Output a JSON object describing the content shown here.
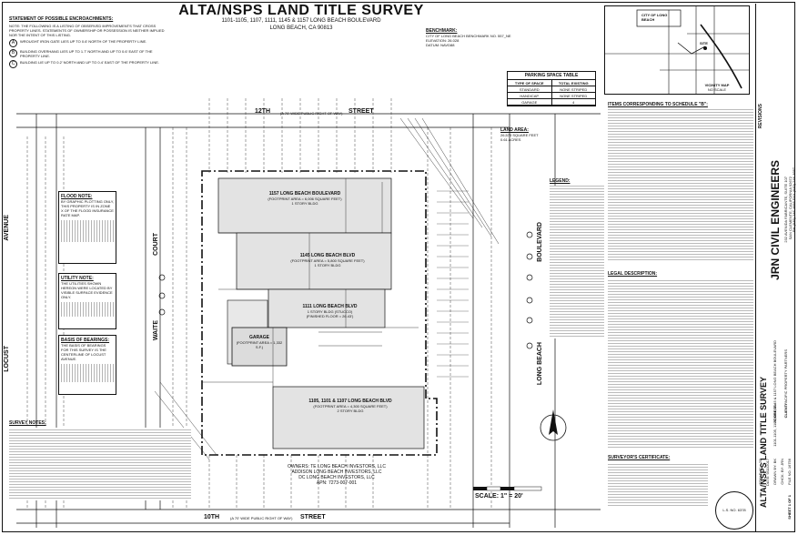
{
  "header": {
    "title": "ALTA/NSPS LAND TITLE SURVEY",
    "address": "1101-1105, 1107, 1111, 1145 & 1157 LONG BEACH BOULEVARD",
    "city": "LONG BEACH, CA 90813"
  },
  "encroachments": {
    "heading": "STATEMENT OF POSSIBLE ENCROACHMENTS:",
    "note": "NOTE: THE FOLLOWING IS A LISTING OF OBSERVED IMPROVEMENTS THAT CROSS PROPERTY LINES. STATEMENTS OF OWNERSHIP OR POSSESSION IS NEITHER IMPLIED NOR THE INTENT OF THIS LISTING.",
    "items": [
      {
        "letter": "A",
        "text": "WROUGHT IRON GATE LIES UP TO 0.6' NORTH OF THE PROPERTY LINE."
      },
      {
        "letter": "B",
        "text": "BUILDING OVERHANG LIES UP TO 1.7' NORTH AND UP TO 0.6' EAST OF THE PROPERTY LINE."
      },
      {
        "letter": "C",
        "text": "BUILDING LIE UP TO 0.2' NORTH AND UP TO 0.4' EAST OF THE PROPERTY LINE."
      }
    ]
  },
  "benchmark": {
    "heading": "BENCHMARK:",
    "line1": "CITY OF LONG BEACH BENCHMARK NO. 557_NE",
    "line2": "ELEVATION: 26.028",
    "line3": "DATUM: NAVD88"
  },
  "parking": {
    "title": "PARKING SPACE TABLE",
    "headers": [
      "TYPE OF SPACE",
      "TOTAL EXISTING"
    ],
    "rows": [
      [
        "STANDARD",
        "NONE STRIPED"
      ],
      [
        "HANDICAP",
        "NONE STRIPED"
      ],
      [
        "GARAGE",
        "4"
      ]
    ]
  },
  "vicinity": {
    "city": "CITY OF LONG BEACH",
    "label": "VICINITY MAP",
    "scale": "NO SCALE",
    "site": "SITE"
  },
  "streets": {
    "top": "12TH",
    "top2": "STREET",
    "top_row": "(A 70' WIDE PUBLIC RIGHT OF WAY)",
    "bottom": "10TH",
    "bottom2": "STREET",
    "bottom_row": "(A 70' WIDE PUBLIC RIGHT OF WAY)",
    "left": "LOCUST",
    "left2": "AVENUE",
    "waite": "WAITE",
    "court": "COURT",
    "lb1": "LONG BEACH",
    "lb2": "BOULEVARD"
  },
  "parcels": [
    {
      "address": "1157 LONG BEACH BOULEVARD",
      "note": "(FOOTPRINT AREA = 6,006 SQUARE FEET)",
      "stories": "1 STORY BLDG"
    },
    {
      "address": "1145 LONG BEACH BLVD",
      "note": "(FOOTPRINT AREA = 5,800 SQUARE FEET)",
      "stories": "1 STORY BLDG"
    },
    {
      "address": "1111 LONG BEACH BLVD",
      "note": "1 STORY BLDG (STUCCO)",
      "stories": "(FINISHED FLOOR = 26.43')"
    },
    {
      "address": "1105, 1101 & 1107 LONG BEACH BLVD",
      "note": "(FOOTPRINT AREA = 4,300 SQUARE FEET)",
      "stories": "2 STORY BLDG"
    }
  ],
  "garage": {
    "label": "GARAGE",
    "note": "(FOOTPRINT AREA = 1,332 S.F.)"
  },
  "flood": {
    "heading": "FLOOD NOTE:",
    "text": "BY GRAPHIC PLOTTING ONLY, THIS PROPERTY IS IN ZONE X OF THE FLOOD INSURANCE RATE MAP."
  },
  "utility": {
    "heading": "UTILITY NOTE:",
    "text": "THE UTILITIES SHOWN HEREON WERE LOCATED BY VISIBLE SURFACE EVIDENCE ONLY."
  },
  "bearings": {
    "heading": "BASIS OF BEARINGS:",
    "text": "THE BASIS OF BEARINGS FOR THIS SURVEY IS THE CENTERLINE OF LOCUST AVENUE."
  },
  "survey_notes": {
    "heading": "SURVEY NOTES:"
  },
  "owners": {
    "lines": [
      "OWNERS: TE LONG BEACH INVESTORS, LLC",
      "ADDISON LONG BEACH INVESTORS, LLC",
      "DC LONG BEACH INVESTORS, LLC",
      "APN: 7273-007-001"
    ]
  },
  "scale": {
    "label": "SCALE:",
    "value": "1\" = 20'"
  },
  "legend": {
    "heading": "LEGEND:"
  },
  "land_area": {
    "heading": "LAND AREA:",
    "line1": "26,573 SQUARE FEET",
    "line2": "0.61 ACRES"
  },
  "schedule": {
    "heading": "ITEMS CORRESPONDING TO SCHEDULE \"B\":"
  },
  "legal": {
    "heading": "LEGAL DESCRIPTION:"
  },
  "certificate": {
    "heading": "SURVEYOR'S CERTIFICATE:"
  },
  "seal": {
    "text": "L.S. NO. 6378"
  },
  "title_block": {
    "firm": "JRN CIVIL ENGINEERS",
    "addr1": "232 AVENIDA FABRICANTE, SUITE 107",
    "addr2": "SAN CLEMENTE, CALIFORNIA 92672",
    "phone": "PH (949) 248-4685  FAX (949) 248-4687",
    "project": "ALTA/NSPS LAND TITLE SURVEY",
    "client": "PACIFIC PROPERTY PARTNERS",
    "revisions": "REVISIONS",
    "scale": "SCALE: 1\" = 20'",
    "date": "DATE: 9/11/2017",
    "drawn": "DRAWN BY: BK",
    "checked": "CHCK. BY: JRN",
    "sheet": "SHEET 1 OF 1",
    "fileno": "FILE NO. 16756",
    "address_label": "ADDRESS:",
    "client_label": "CLIENT:"
  }
}
